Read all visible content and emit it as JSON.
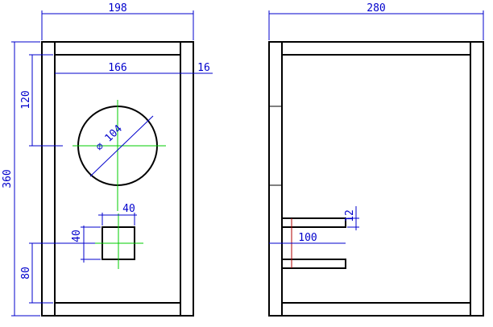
{
  "front_view": {
    "dimensions": {
      "overall_width": "198",
      "inner_width": "166",
      "panel_thickness": "16",
      "overall_height": "360",
      "hole_center_height": "120",
      "port_center_height": "80",
      "port_width": "40",
      "port_height": "40",
      "hole_diameter": "⌀ 104"
    }
  },
  "side_view": {
    "dimensions": {
      "overall_depth": "280",
      "port_depth": "100",
      "port_wall": "12"
    }
  },
  "colors": {
    "outline": "#000000",
    "dimension": "#0000cc",
    "centerline": "#00cc00",
    "hidden_edge": "#b00000"
  }
}
